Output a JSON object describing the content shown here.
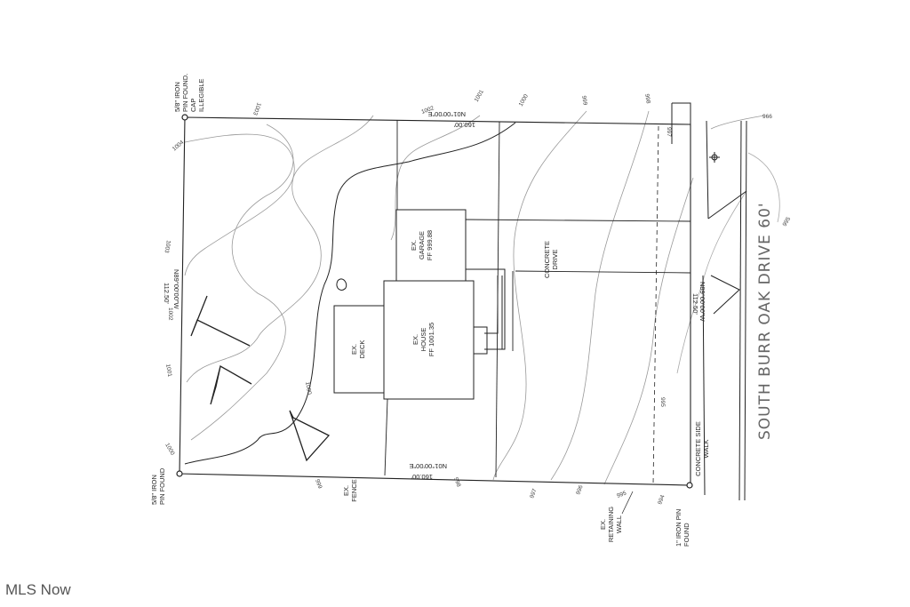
{
  "watermark": "MLS Now",
  "road": "SOUTH BURR OAK DRIVE 60'",
  "top_bearing": "N01°00'00\"E",
  "top_distance": "160.00'",
  "bottom_bearing": "N01°00'00\"E",
  "bottom_distance": "160.00'",
  "left_bearing": "N89°00'00\"W",
  "left_distance": "112.50'",
  "right_bearing": "N89°00'00\"W",
  "right_distance": "112.50'",
  "pin_top_left": [
    "5/8\" IRON",
    "PIN FOUND.",
    "CAP",
    "ILLEGIBLE"
  ],
  "pin_bottom_left": [
    "5/8\" IRON",
    "PIN FOUND"
  ],
  "pin_bottom_right": [
    "1\" IRON PIN",
    "FOUND"
  ],
  "garage": [
    "EX.",
    "GARAGE",
    "FF 999.88"
  ],
  "house": [
    "EX.",
    "HOUSE",
    "FF 1001.35"
  ],
  "deck": [
    "EX.",
    "DECK"
  ],
  "drive": [
    "CONCRETE",
    "DRIVE"
  ],
  "fence": [
    "EX.",
    "FENCE"
  ],
  "wall": [
    "EX.",
    "RETAINING",
    "WALL"
  ],
  "sidewalk": [
    "CONCRETE SIDE",
    "WALK"
  ],
  "contours": {
    "c1004": "1004",
    "c1003a": "1003",
    "c1003b": "1003",
    "c1002a": "1002",
    "c1002b": "1002",
    "c1001a": "1001",
    "c1001b": "1001",
    "c1000a": "1000",
    "c1000b": "1000",
    "c1000c": "1000",
    "c999a": "999",
    "c999b": "999",
    "c998a": "998",
    "c998b": "998",
    "c997a": "997",
    "c997b": "997",
    "c996": "996",
    "c995a": "995",
    "c995b": "995",
    "c995c": "995",
    "c994": "994",
    "c966": "966"
  }
}
